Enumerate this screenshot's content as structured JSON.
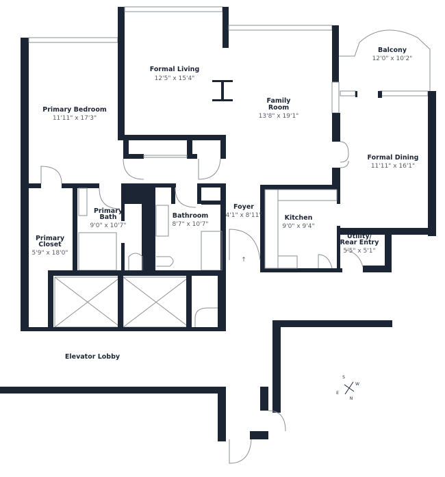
{
  "colors": {
    "wall": "#1c2533",
    "fixture": "#8a8f96"
  },
  "rooms": [
    {
      "name": "Formal Living",
      "dims": "12'5\" x 15'4\""
    },
    {
      "name": "Family",
      "name2": "Room",
      "dims": "13'8\" x 19'1\""
    },
    {
      "name": "Balcony",
      "dims": "12'0\" x 10'2\""
    },
    {
      "name": "Primary Bedroom",
      "dims": "11'11\" x 17'3\""
    },
    {
      "name": "Formal Dining",
      "dims": "11'11\" x 16'1\""
    },
    {
      "name": "Primary",
      "name2": "Bath",
      "dims": "9'0\" x 10'7\""
    },
    {
      "name": "Bathroom",
      "dims": "8'7\" x 10'7\""
    },
    {
      "name": "Foyer",
      "dims": "4'1\" x 8'11\""
    },
    {
      "name": "Kitchen",
      "dims": "9'0\" x 9'4\""
    },
    {
      "name": "Primary",
      "name2": "Closet",
      "dims": "5'9\" x 18'0\""
    },
    {
      "name": "Utility/",
      "name2": "Rear Entry",
      "dims": "5'5\" x 5'1\""
    },
    {
      "name": "Elevator Lobby"
    }
  ],
  "compass": {
    "s": "S",
    "w": "W",
    "e": "E",
    "n": "N"
  }
}
